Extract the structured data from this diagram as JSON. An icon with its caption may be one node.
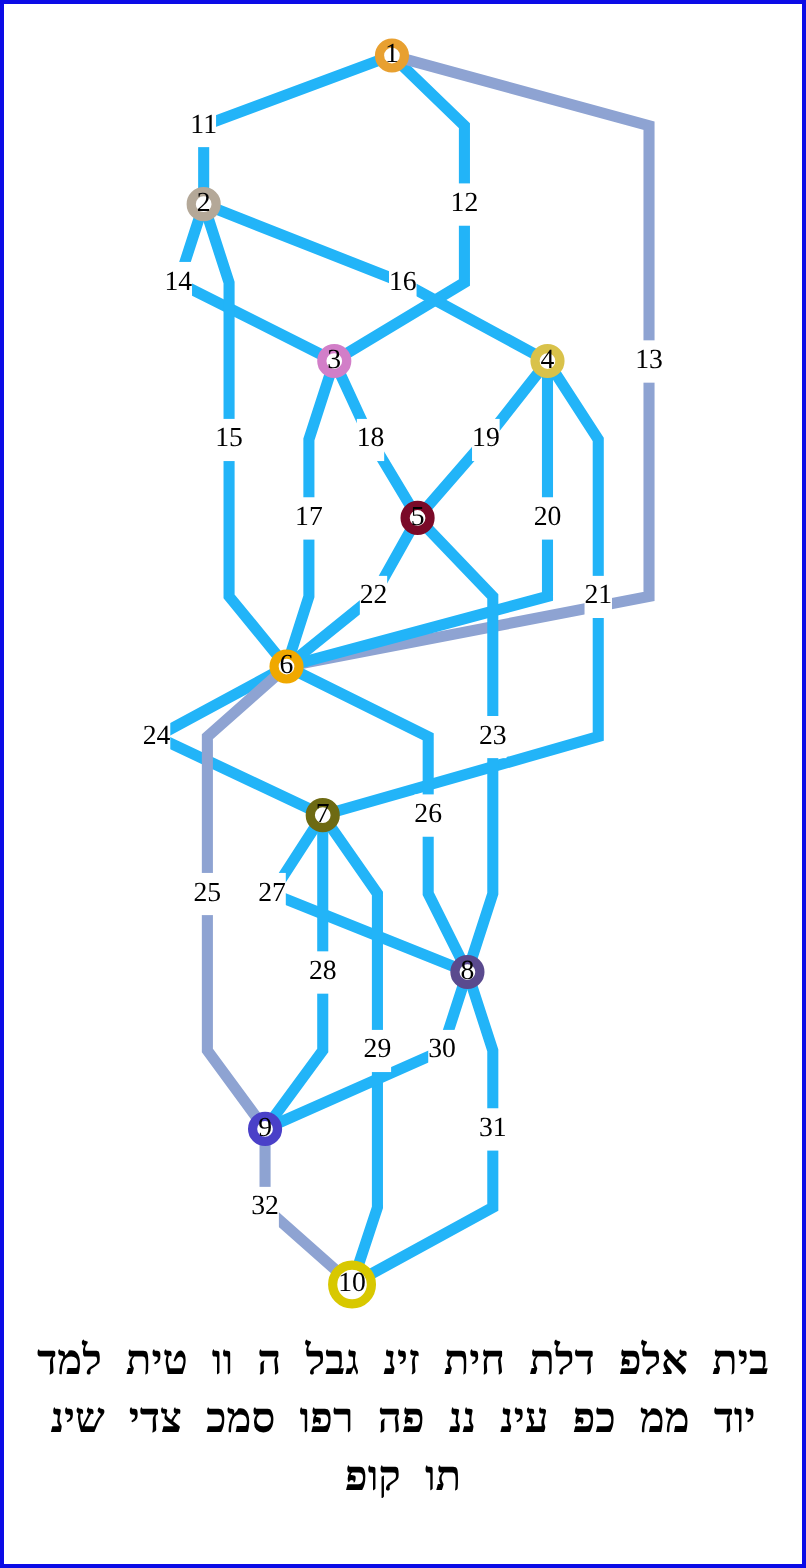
{
  "diagram": {
    "nodes": [
      {
        "text": [
          "1"
        ]
      },
      {
        "text": [
          "2"
        ]
      },
      {
        "text": [
          "3"
        ]
      },
      {
        "text": [
          "4"
        ]
      },
      {
        "text": [
          "5"
        ]
      },
      {
        "text": [
          "6"
        ]
      },
      {
        "text": [
          "7"
        ]
      },
      {
        "text": [
          "8"
        ]
      },
      {
        "text": [
          "9"
        ]
      },
      {
        "text": [
          "10"
        ]
      }
    ],
    "edges": [
      {
        "from": 0,
        "to": 1,
        "arrow": "none",
        "label": "11"
      },
      {
        "from": 0,
        "to": 2,
        "arrow": "none",
        "label": "12"
      },
      {
        "from": 0,
        "to": 5,
        "arrow": "none",
        "label": "13",
        "color": "#8ea3d2"
      },
      {
        "from": 1,
        "to": 2,
        "arrow": "none",
        "label": "14"
      },
      {
        "from": 1,
        "to": 5,
        "arrow": "none",
        "label": "15"
      },
      {
        "from": 1,
        "to": 3,
        "arrow": "none",
        "label": "16"
      },
      {
        "from": 2,
        "to": 5,
        "arrow": "none",
        "label": "17"
      },
      {
        "from": 2,
        "to": 4,
        "arrow": "none",
        "label": "18"
      },
      {
        "from": 3,
        "to": 4,
        "arrow": "none",
        "label": "19"
      },
      {
        "from": 3,
        "to": 5,
        "arrow": "none",
        "label": "20"
      },
      {
        "from": 3,
        "to": 6,
        "arrow": "none",
        "label": "21"
      },
      {
        "from": 4,
        "to": 5,
        "arrow": "none",
        "label": "22"
      },
      {
        "from": 4,
        "to": 7,
        "arrow": "none",
        "label": "23"
      },
      {
        "from": 5,
        "to": 6,
        "arrow": "none",
        "label": "24"
      },
      {
        "from": 5,
        "to": 8,
        "arrow": "none",
        "label": "25",
        "color": "#8ea3d2"
      },
      {
        "from": 5,
        "to": 7,
        "arrow": "none",
        "label": "26"
      },
      {
        "from": 6,
        "to": 7,
        "arrow": "none",
        "label": "27"
      },
      {
        "from": 6,
        "to": 8,
        "arrow": "none",
        "label": "28"
      },
      {
        "from": 6,
        "to": 9,
        "arrow": "none",
        "label": "29"
      },
      {
        "from": 7,
        "to": 8,
        "arrow": "none",
        "label": "30"
      },
      {
        "from": 7,
        "to": 9,
        "arrow": "none",
        "label": "31"
      },
      {
        "from": 8,
        "to": 9,
        "arrow": "none",
        "label": "32",
        "color": "#8ea3d2"
      }
    ],
    "labels": [
      "בית",
      "אלפ",
      "דלת",
      "חית",
      "זינ",
      "גבל",
      "ה",
      "וו",
      "טית",
      "למד",
      "יוד",
      "ממ",
      "כפ",
      "עינ",
      "ננ",
      "פה",
      "רפו",
      "סמכ",
      "צדי",
      "שינ",
      "תו",
      "קופ"
    ]
  }
}
